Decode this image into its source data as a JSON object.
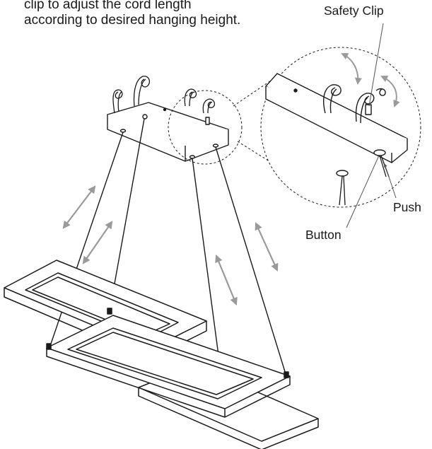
{
  "instruction": {
    "line1": "clip to adjust the cord length",
    "line2": "according to desired hanging height."
  },
  "labels": {
    "safety_clip": "Safety Clip",
    "push": "Push",
    "button": "Button"
  },
  "colors": {
    "line": "#1a1a1a",
    "arrow": "#9a9a9a"
  }
}
